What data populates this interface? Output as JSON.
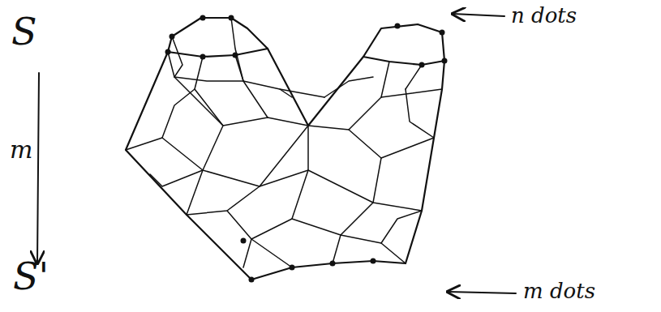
{
  "diagram": {
    "labels": [
      "S",
      "m",
      "S'",
      "n dots",
      "m dots"
    ]
  }
}
